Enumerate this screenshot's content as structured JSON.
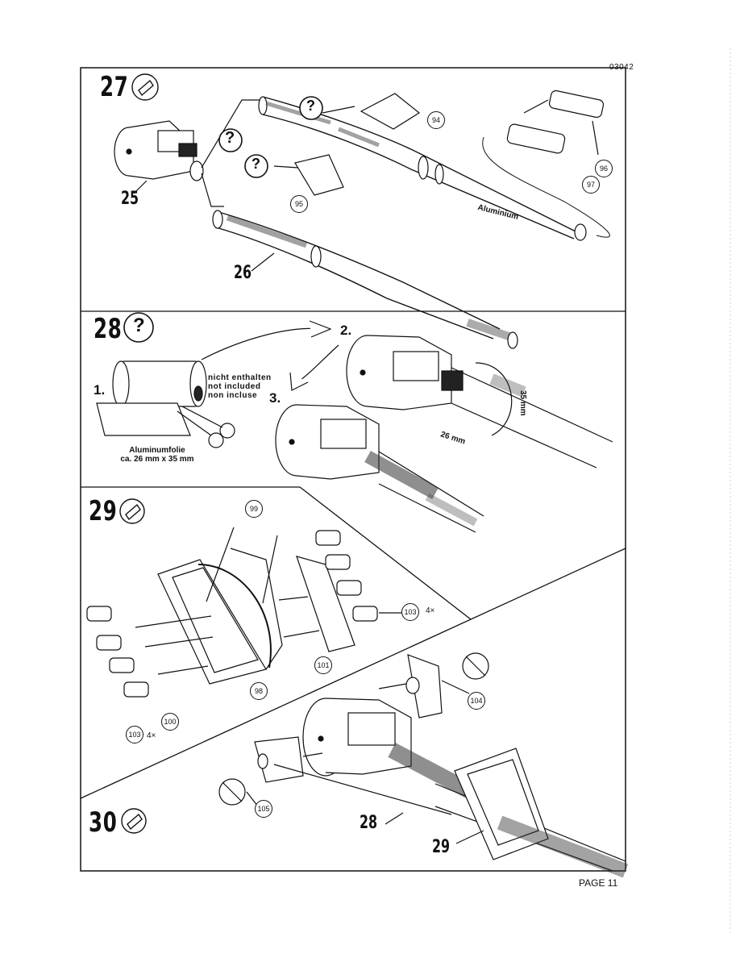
{
  "header": {
    "code": "03042"
  },
  "footer": {
    "page_label": "PAGE 11"
  },
  "steps": {
    "s27": {
      "number": "27",
      "part_a": "25",
      "part_b": "26",
      "material": "Aluminium",
      "callouts": [
        "94",
        "95",
        "96",
        "97"
      ]
    },
    "s28": {
      "number": "28",
      "step1": "1.",
      "step2": "2.",
      "step3": "3.",
      "note_de": "nicht enthalten",
      "note_en": "not included",
      "note_fr": "non incluse",
      "foil_name": "Aluminumfolie",
      "foil_size": "ca. 26 mm x 35 mm",
      "dim_a": "35 mm",
      "dim_b": "26 mm"
    },
    "s29": {
      "number": "29",
      "callouts": [
        "99",
        "98",
        "100",
        "101",
        "103",
        "103"
      ],
      "mult_a": "4×",
      "mult_b": "4×"
    },
    "s30": {
      "number": "30",
      "part_a": "28",
      "part_b": "29",
      "callouts": [
        "104",
        "105"
      ]
    }
  },
  "icons": [
    "glue-icon",
    "question-icon",
    "no-glue-icon"
  ]
}
